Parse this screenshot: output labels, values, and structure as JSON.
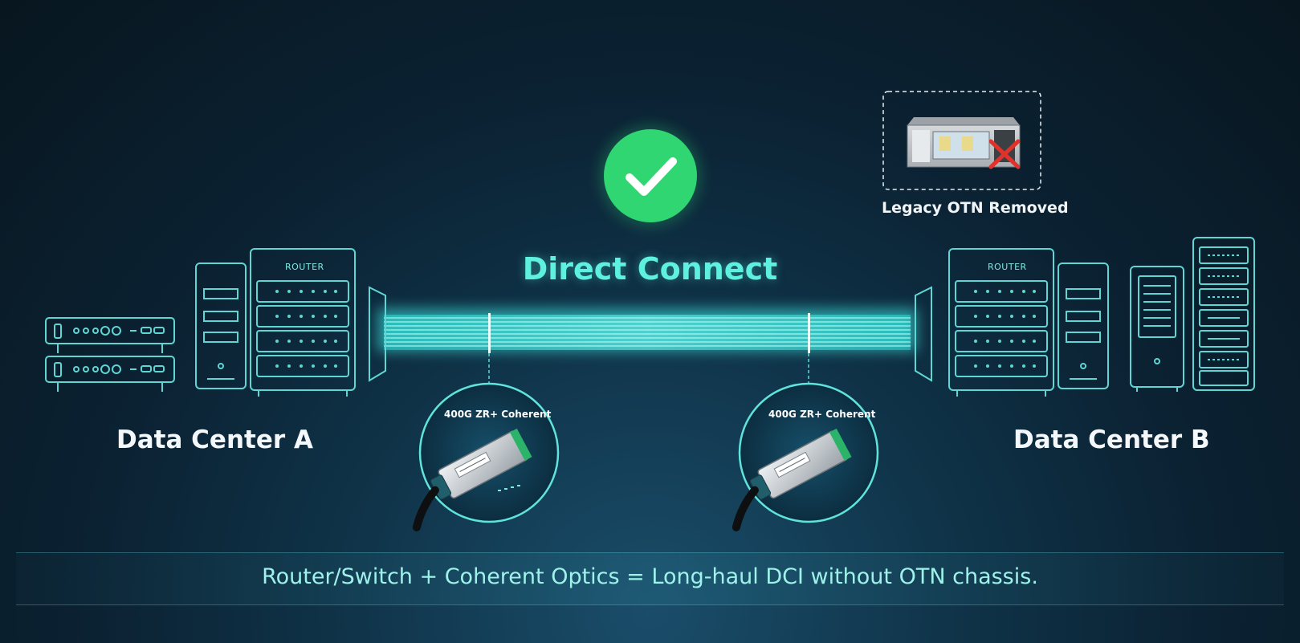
{
  "direct_connect": {
    "title": "Direct Connect",
    "status_icon": "check-circle-icon",
    "status_color": "#2fd672"
  },
  "data_center_a": {
    "label": "Data Center A",
    "router_label": "ROUTER"
  },
  "data_center_b": {
    "label": "Data Center B",
    "router_label": "ROUTER"
  },
  "optics": [
    {
      "label": "400G ZR+ Coherent",
      "icon": "transceiver-module-icon"
    },
    {
      "label": "400G ZR+ Coherent",
      "icon": "transceiver-module-icon"
    }
  ],
  "legacy": {
    "label": "Legacy OTN Removed",
    "icon": "otn-chassis-icon",
    "removed_mark": "red-x-icon",
    "removed_color": "#e0322a"
  },
  "footer": {
    "text": "Router/Switch + Coherent Optics = Long-haul DCI without OTN chassis."
  },
  "colors": {
    "accent_cyan": "#32f0e0",
    "line_art": "#5fd6d4",
    "background_dark": "#08161f"
  }
}
